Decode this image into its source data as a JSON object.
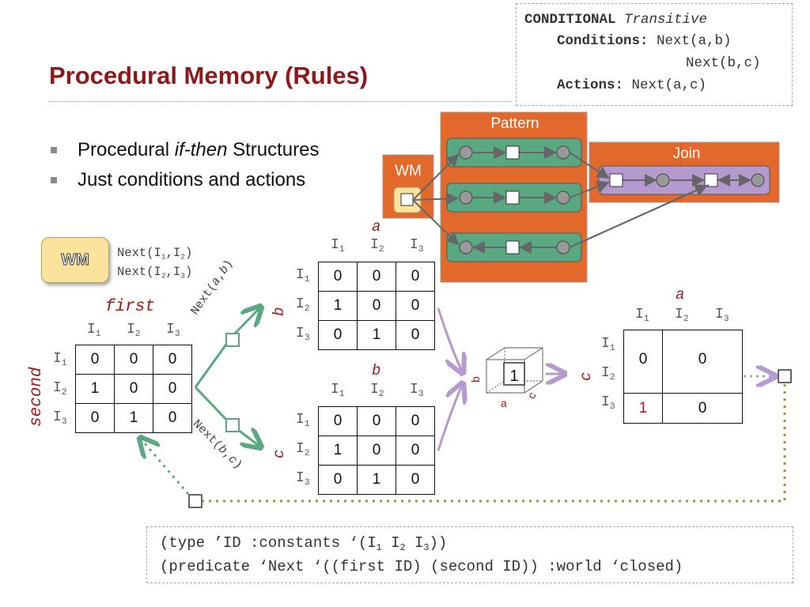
{
  "title": "Procedural Memory (Rules)",
  "rule_code": {
    "keyword": "CONDITIONAL",
    "name": "Transitive",
    "conditions_label": "Conditions:",
    "condition1": "Next(a,b)",
    "condition2": "Next(b,c)",
    "actions_label": "Actions:",
    "action1": "Next(a,c)"
  },
  "bullets": [
    {
      "before": "Procedural ",
      "italic": "if-then",
      "after": " Structures"
    },
    {
      "before": "Just conditions and actions",
      "italic": "",
      "after": ""
    }
  ],
  "wm": {
    "label": "WM",
    "facts": [
      "Next(I1,I2)",
      "Next(I2,I3)"
    ]
  },
  "rete": {
    "pattern_label": "Pattern",
    "join_label": "Join",
    "wm_label": "WM",
    "colors": {
      "node_orange": "#e2692b",
      "pattern_green": "#5aa882",
      "join_purple": "#b59ad0"
    }
  },
  "source_matrix": {
    "col_title": "first",
    "row_title": "second",
    "cols": [
      "I1",
      "I2",
      "I3"
    ],
    "rows": [
      "I1",
      "I2",
      "I3"
    ],
    "cells": [
      [
        "0",
        "0",
        "0"
      ],
      [
        "1",
        "0",
        "0"
      ],
      [
        "0",
        "1",
        "0"
      ]
    ]
  },
  "edge_labels": {
    "upper": "Next(a,b)",
    "lower": "Next(b,c)"
  },
  "matrix_ab": {
    "col_title": "a",
    "row_title": "b",
    "cols": [
      "I1",
      "I2",
      "I3"
    ],
    "rows": [
      "I1",
      "I2",
      "I3"
    ],
    "cells": [
      [
        "0",
        "0",
        "0"
      ],
      [
        "1",
        "0",
        "0"
      ],
      [
        "0",
        "1",
        "0"
      ]
    ]
  },
  "matrix_bc": {
    "col_title": "b",
    "row_title": "c",
    "cols": [
      "I1",
      "I2",
      "I3"
    ],
    "rows": [
      "I1",
      "I2",
      "I3"
    ],
    "cells": [
      [
        "0",
        "0",
        "0"
      ],
      [
        "1",
        "0",
        "0"
      ],
      [
        "0",
        "1",
        "0"
      ]
    ]
  },
  "cube": {
    "value": "1",
    "label_b": "b",
    "label_a": "a",
    "label_c": "c"
  },
  "matrix_ac": {
    "col_title": "a",
    "row_title": "c",
    "cols": [
      "I1",
      "I2",
      "I3"
    ],
    "rows": [
      "I1",
      "I2",
      "I3"
    ],
    "cells": [
      [
        "0",
        "0"
      ],
      [
        "1",
        "0"
      ]
    ]
  },
  "lisp": {
    "line1": "(type ’ID :constants ‘(I1 I2 I3))",
    "line2": "(predicate ‘Next ‘((first ID) (second ID)) :world ‘closed)"
  }
}
